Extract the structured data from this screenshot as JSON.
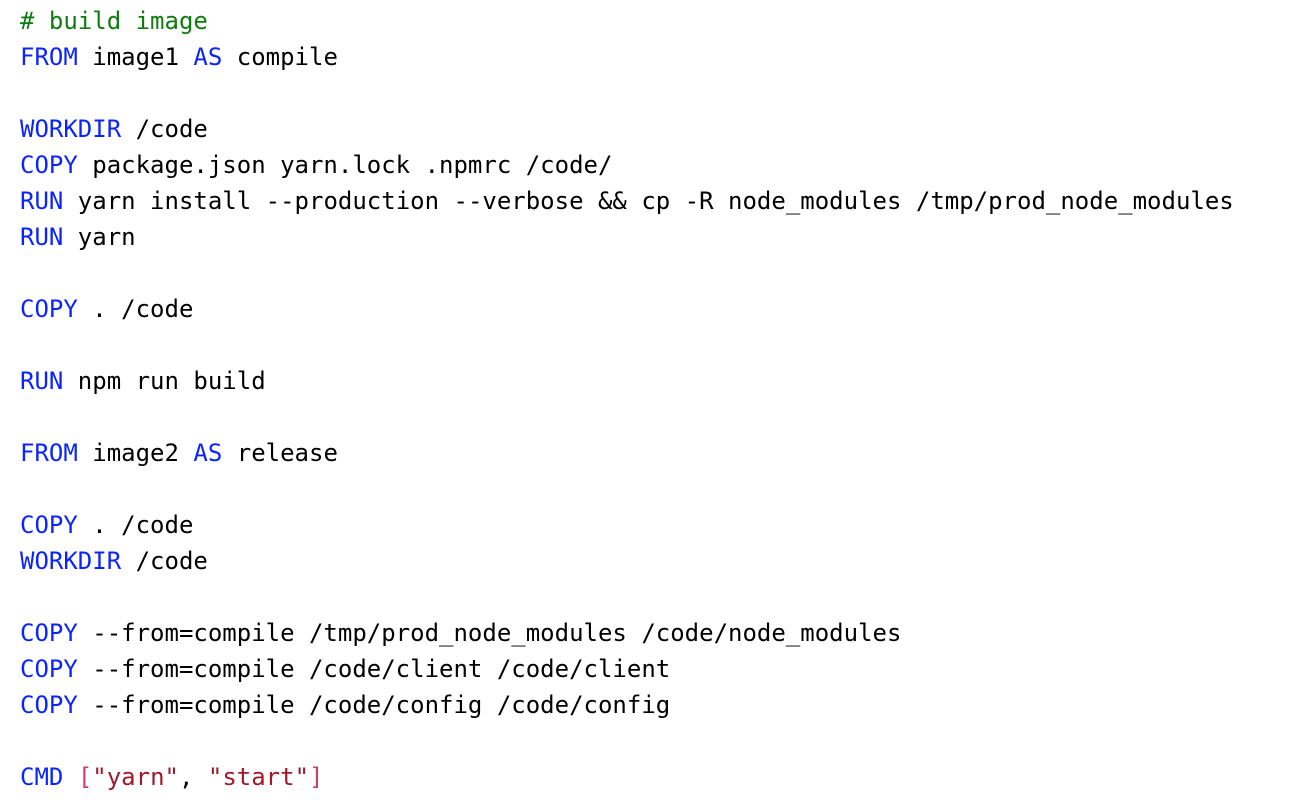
{
  "editor": {
    "language": "dockerfile",
    "background": "#ffffff",
    "colors": {
      "keyword": "#0b24ff",
      "comment": "#0e7d10",
      "plain": "#000000",
      "string": "#a0182c",
      "punct": "#d23c69"
    },
    "lines": [
      {
        "tokens": [
          {
            "c": "comment",
            "t": "# build image"
          }
        ]
      },
      {
        "tokens": [
          {
            "c": "keyword",
            "t": "FROM"
          },
          {
            "c": "plain",
            "t": " image1 "
          },
          {
            "c": "keyword",
            "t": "AS"
          },
          {
            "c": "plain",
            "t": " compile"
          }
        ]
      },
      {
        "tokens": []
      },
      {
        "tokens": [
          {
            "c": "keyword",
            "t": "WORKDIR"
          },
          {
            "c": "plain",
            "t": " /code"
          }
        ]
      },
      {
        "tokens": [
          {
            "c": "keyword",
            "t": "COPY"
          },
          {
            "c": "plain",
            "t": " package.json yarn.lock .npmrc /code/"
          }
        ]
      },
      {
        "tokens": [
          {
            "c": "keyword",
            "t": "RUN"
          },
          {
            "c": "plain",
            "t": " yarn install --production --verbose && cp -R node_modules /tmp/prod_node_modules"
          }
        ]
      },
      {
        "tokens": [
          {
            "c": "keyword",
            "t": "RUN"
          },
          {
            "c": "plain",
            "t": " yarn"
          }
        ]
      },
      {
        "tokens": []
      },
      {
        "tokens": [
          {
            "c": "keyword",
            "t": "COPY"
          },
          {
            "c": "plain",
            "t": " . /code"
          }
        ]
      },
      {
        "tokens": []
      },
      {
        "tokens": [
          {
            "c": "keyword",
            "t": "RUN"
          },
          {
            "c": "plain",
            "t": " npm run build"
          }
        ]
      },
      {
        "tokens": []
      },
      {
        "tokens": [
          {
            "c": "keyword",
            "t": "FROM"
          },
          {
            "c": "plain",
            "t": " image2 "
          },
          {
            "c": "keyword",
            "t": "AS"
          },
          {
            "c": "plain",
            "t": " release"
          }
        ]
      },
      {
        "tokens": []
      },
      {
        "tokens": [
          {
            "c": "keyword",
            "t": "COPY"
          },
          {
            "c": "plain",
            "t": " . /code"
          }
        ]
      },
      {
        "tokens": [
          {
            "c": "keyword",
            "t": "WORKDIR"
          },
          {
            "c": "plain",
            "t": " /code"
          }
        ]
      },
      {
        "tokens": []
      },
      {
        "tokens": [
          {
            "c": "keyword",
            "t": "COPY"
          },
          {
            "c": "plain",
            "t": " --from=compile /tmp/prod_node_modules /code/node_modules"
          }
        ]
      },
      {
        "tokens": [
          {
            "c": "keyword",
            "t": "COPY"
          },
          {
            "c": "plain",
            "t": " --from=compile /code/client /code/client"
          }
        ]
      },
      {
        "tokens": [
          {
            "c": "keyword",
            "t": "COPY"
          },
          {
            "c": "plain",
            "t": " --from=compile /code/config /code/config"
          }
        ]
      },
      {
        "tokens": []
      },
      {
        "tokens": [
          {
            "c": "keyword",
            "t": "CMD"
          },
          {
            "c": "plain",
            "t": " "
          },
          {
            "c": "punct",
            "t": "["
          },
          {
            "c": "string",
            "t": "\"yarn\""
          },
          {
            "c": "plain",
            "t": ", "
          },
          {
            "c": "string",
            "t": "\"start\""
          },
          {
            "c": "punct",
            "t": "]"
          }
        ]
      }
    ]
  }
}
